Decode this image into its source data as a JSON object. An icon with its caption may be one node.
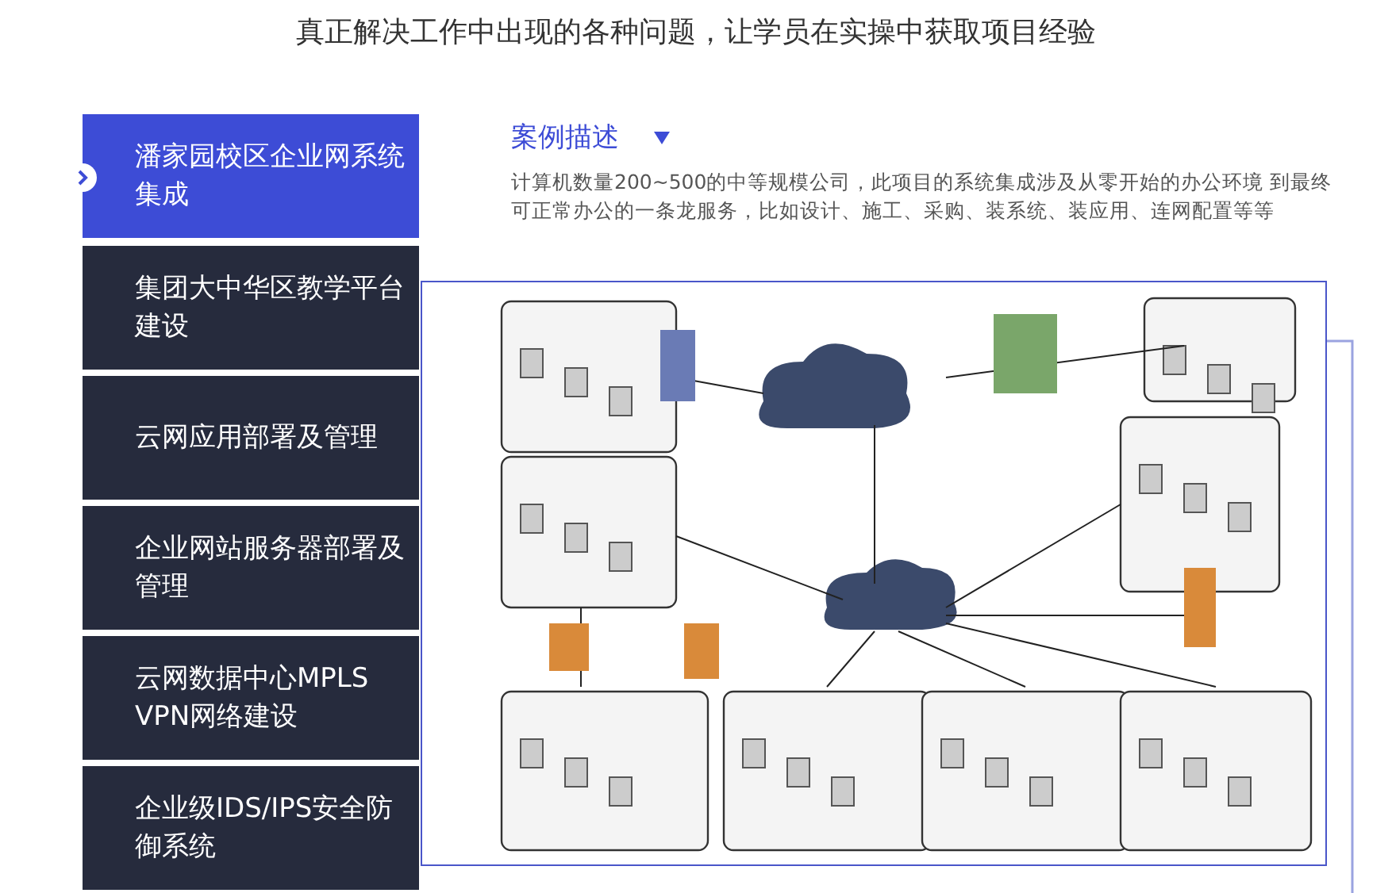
{
  "diagram": {
    "title": "真正解决工作中出现的各种问题，让学员在实操中获取项目经验",
    "nodes": [
      {
        "text": [
          "潘家园校区企业网系统集成"
        ]
      },
      {
        "text": [
          "集团大中华区教学平台建设"
        ]
      },
      {
        "text": [
          "云网应用部署及管理"
        ]
      },
      {
        "text": [
          "企业网站服务器部署及管理"
        ]
      },
      {
        "text": [
          "云网数据中心MPLS VPN网络建设"
        ]
      },
      {
        "text": [
          "企业级IDS/IPS安全防御系统"
        ]
      },
      {
        "text": [],
        "shape": "picture"
      }
    ],
    "edges": [],
    "labels": [
      "案例描述",
      "计算机数量200~500的中等规模公司，此项目的系统集成涉及从零开始的办公环境 到最终可正常办公的一条龙服务，比如设计、施工、采购、装系统、装应用、连网配置等等"
    ]
  }
}
